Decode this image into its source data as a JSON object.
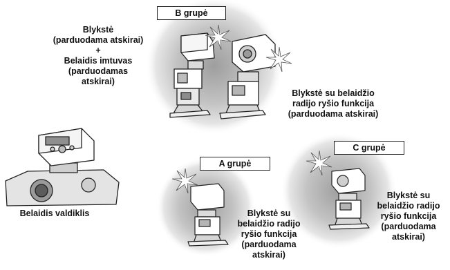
{
  "groups": {
    "b": {
      "label": "B grupė",
      "left_text": [
        "Blykstė",
        "(parduodama atskirai)",
        "+",
        "Belaidis imtuvas",
        "(parduodamas",
        "atskirai)"
      ],
      "right_text": [
        "Blykstė su belaidžio",
        "radijo ryšio funkcija",
        "(parduodama atskirai)"
      ]
    },
    "a": {
      "label": "A grupė",
      "text": [
        "Blykstė su",
        "belaidžio radijo",
        "ryšio funkcija",
        "(parduodama",
        "atskirai)"
      ]
    },
    "c": {
      "label": "C grupė",
      "text": [
        "Blykstė su",
        "belaidžio radijo",
        "ryšio funkcija",
        "(parduodama",
        "atskirai)"
      ]
    }
  },
  "controller": {
    "label": "Belaidis valdiklis"
  },
  "colors": {
    "halo": "#b9b9b9",
    "line": "#222222",
    "flash_glow": "#6a6a6a"
  }
}
